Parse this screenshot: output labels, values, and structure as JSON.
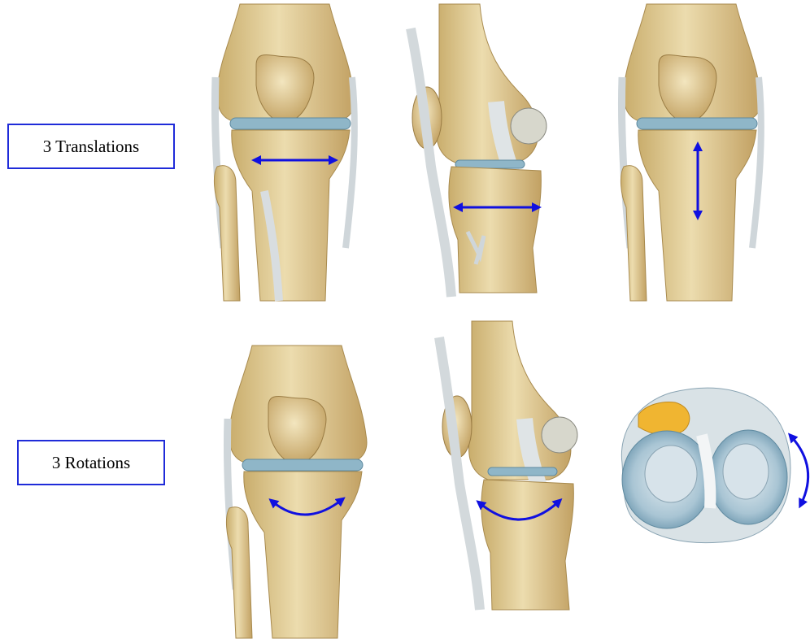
{
  "labels": {
    "translations": "3 Translations",
    "rotations": "3 Rotations"
  },
  "colors": {
    "box_border": "#1f2bd9",
    "arrow": "#1010e0",
    "bone": "#e6d3a0",
    "bone_shadow": "#b89a5c",
    "ligament": "#d7dde0",
    "meniscus": "#8fb6c8",
    "meniscus_inner": "#c9d9e2",
    "fat_pad": "#f0b531"
  },
  "figures": [
    {
      "view": "anterior knee",
      "motion": "horizontal translation"
    },
    {
      "view": "lateral knee",
      "motion": "anteroposterior translation"
    },
    {
      "view": "anterior knee",
      "motion": "vertical translation"
    },
    {
      "view": "anterior knee",
      "motion": "varus/valgus rotation"
    },
    {
      "view": "lateral knee",
      "motion": "flexion/extension rotation"
    },
    {
      "view": "tibial plateau superior",
      "motion": "axial rotation"
    }
  ]
}
